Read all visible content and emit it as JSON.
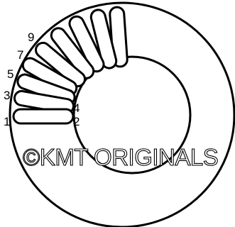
{
  "diagram": {
    "labels": [
      "1",
      "2",
      "3",
      "4",
      "5",
      "7",
      "9"
    ],
    "watermark": "©KMT ORIGINALS",
    "colors": {
      "stroke": "#000000",
      "fill": "#ffffff"
    }
  }
}
